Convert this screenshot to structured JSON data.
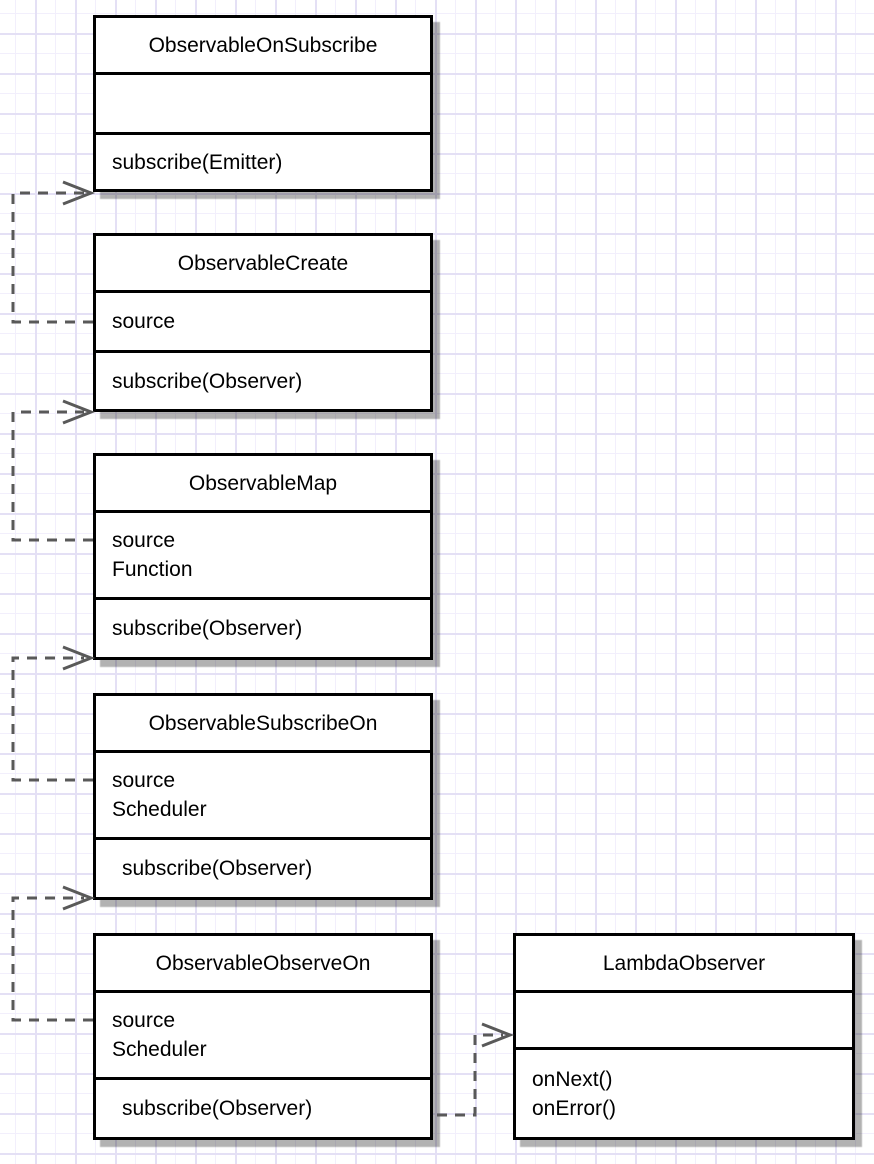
{
  "diagram": {
    "classes": [
      {
        "id": "observable-on-subscribe",
        "title": "ObservableOnSubscribe",
        "attributes": [],
        "methods": [
          "subscribe(Emitter)"
        ]
      },
      {
        "id": "observable-create",
        "title": "ObservableCreate",
        "attributes": [
          "source"
        ],
        "methods": [
          "subscribe(Observer)"
        ]
      },
      {
        "id": "observable-map",
        "title": "ObservableMap",
        "attributes": [
          "source",
          "Function"
        ],
        "methods": [
          "subscribe(Observer)"
        ]
      },
      {
        "id": "observable-subscribe-on",
        "title": "ObservableSubscribeOn",
        "attributes": [
          "source",
          "Scheduler"
        ],
        "methods": [
          "subscribe(Observer)"
        ]
      },
      {
        "id": "observable-observe-on",
        "title": "ObservableObserveOn",
        "attributes": [
          "source",
          "Scheduler"
        ],
        "methods": [
          "subscribe(Observer)"
        ]
      },
      {
        "id": "lambda-observer",
        "title": "LambdaObserver",
        "attributes": [],
        "methods": [
          "onNext()",
          "onError()"
        ]
      }
    ],
    "connections": [
      {
        "from": "observable-create",
        "from_member": "source",
        "to": "observable-on-subscribe",
        "style": "dashed-open-arrow"
      },
      {
        "from": "observable-map",
        "from_member": "source",
        "to": "observable-create",
        "style": "dashed-open-arrow"
      },
      {
        "from": "observable-subscribe-on",
        "from_member": "source",
        "to": "observable-map",
        "style": "dashed-open-arrow"
      },
      {
        "from": "observable-observe-on",
        "from_member": "source",
        "to": "observable-subscribe-on",
        "style": "dashed-open-arrow"
      },
      {
        "from": "observable-observe-on",
        "from_member": "subscribe(Observer)",
        "to": "lambda-observer",
        "style": "dashed-open-arrow"
      }
    ],
    "colors": {
      "background": "#ffffff",
      "grid_minor": "#f2effc",
      "grid_major": "#e4e0f5",
      "box_fill": "#ffffff",
      "box_border": "#000000",
      "box_shadow": "#b3b3b3",
      "connector": "#595959",
      "text": "#000000"
    }
  }
}
